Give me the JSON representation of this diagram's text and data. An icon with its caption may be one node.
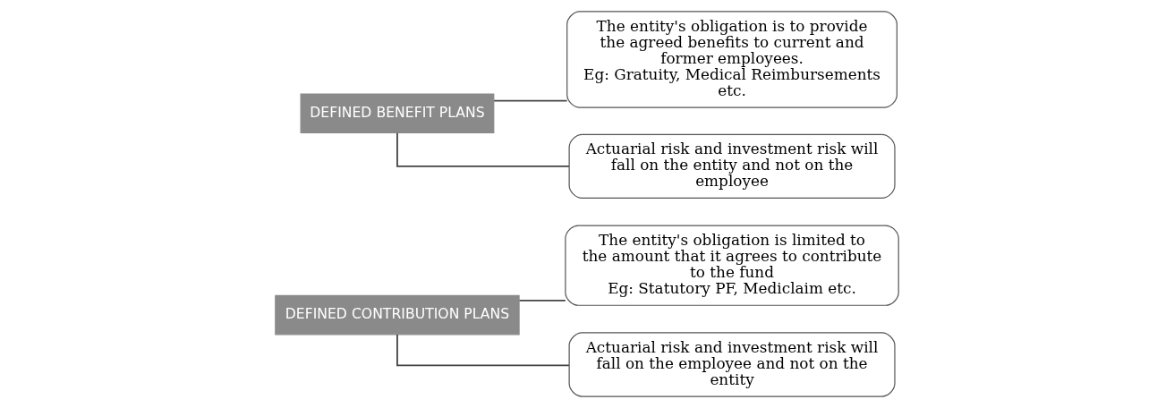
{
  "diagram": {
    "nodes": [
      {
        "text": [
          "DEFINED CONTRIBUTION PLANS"
        ]
      },
      {
        "text": [
          "The entity's obligation is limited to the amount that it agrees to contribute to the fund",
          "Eg: Statutory PF, Mediclaim etc."
        ]
      },
      {
        "text": [
          "Actuarial risk and investment risk will fall on the employee and not on the entity"
        ]
      },
      {
        "text": [
          "DEFINED BENEFIT PLANS"
        ]
      },
      {
        "text": [
          "The entity's obligation is to provide the agreed benefits to current and former employees.",
          "Eg: Gratuity, Medical Reimbursements etc."
        ]
      },
      {
        "text": [
          "Actuarial risk and investment risk will fall on the entity and not on the employee"
        ]
      }
    ],
    "edges": [
      {
        "from": 0,
        "to": 1,
        "arrow": "none"
      },
      {
        "from": 0,
        "to": 2,
        "arrow": "none"
      },
      {
        "from": 3,
        "to": 4,
        "arrow": "none"
      },
      {
        "from": 3,
        "to": 5,
        "arrow": "none"
      }
    ]
  }
}
